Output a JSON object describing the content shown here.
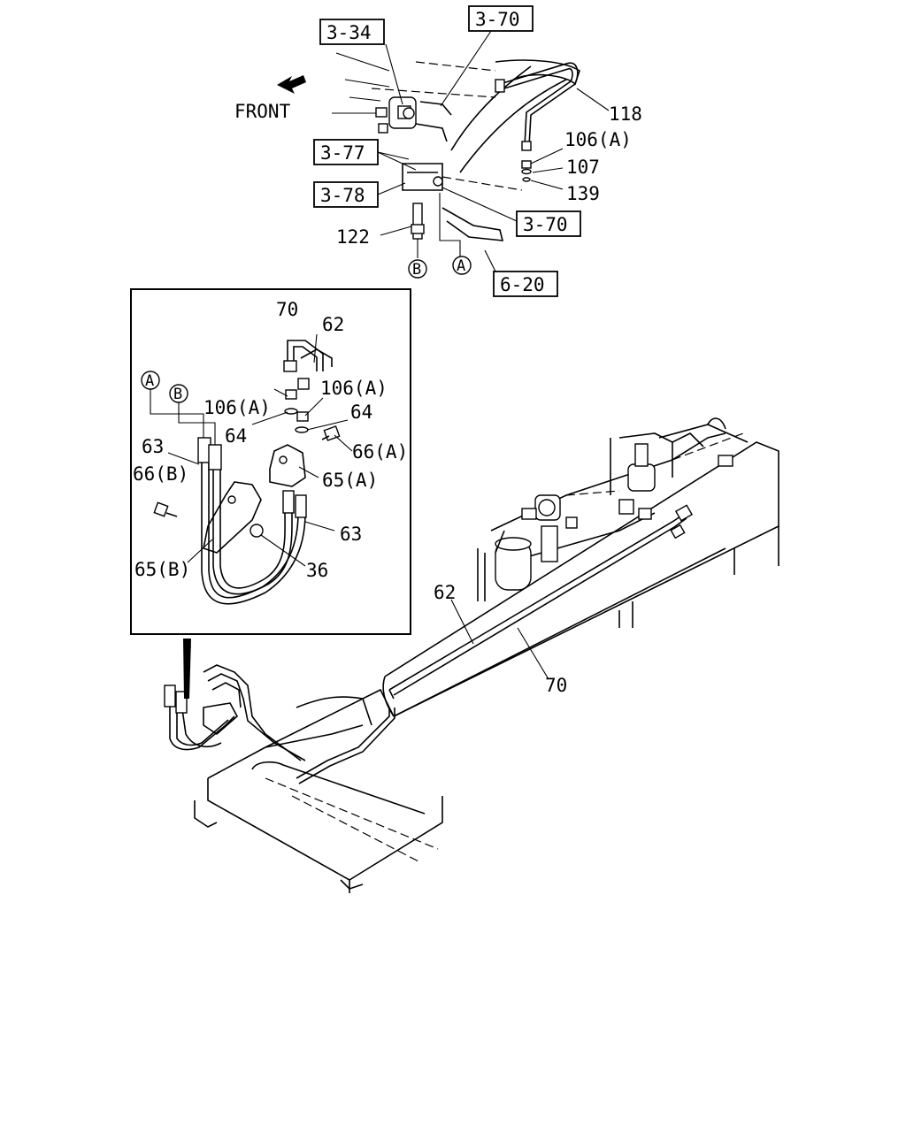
{
  "direction_label": "FRONT",
  "boxed_refs": [
    "3-34",
    "3-70",
    "3-77",
    "3-78",
    "3-70",
    "6-20"
  ],
  "part_labels": {
    "top": [
      "118",
      "106(A)",
      "107",
      "139",
      "122"
    ],
    "inset": [
      "70",
      "62",
      "106(A)",
      "106(A)",
      "64",
      "64",
      "66(A)",
      "63",
      "66(B)",
      "65(A)",
      "63",
      "65(B)",
      "36"
    ],
    "main": [
      "62",
      "70"
    ]
  },
  "circled_markers": {
    "top": [
      "B",
      "A"
    ],
    "inset": [
      "A",
      "B"
    ]
  }
}
